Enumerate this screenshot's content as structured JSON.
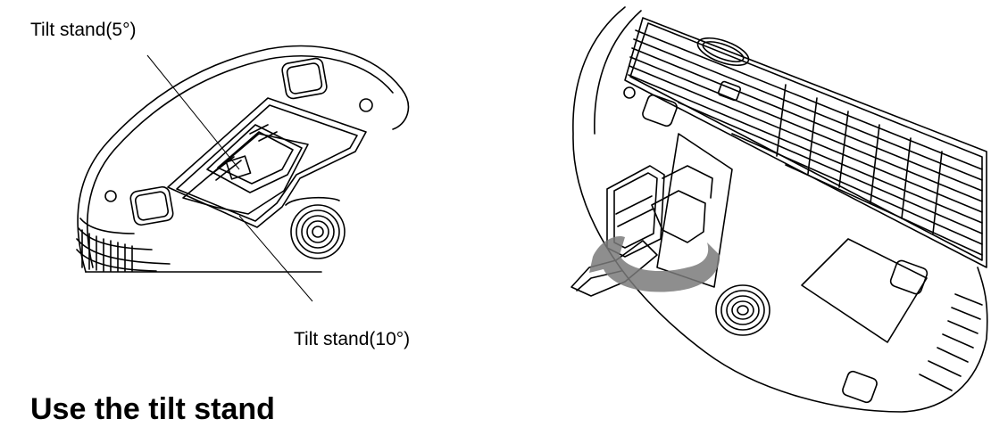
{
  "labels": {
    "tilt_stand_5": "Tilt stand(5°)",
    "tilt_stand_10": "Tilt stand(10°)"
  },
  "heading": "Use the tilt stand",
  "colors": {
    "line": "#000000",
    "arrow": "#7a7a7a",
    "background": "#ffffff"
  }
}
